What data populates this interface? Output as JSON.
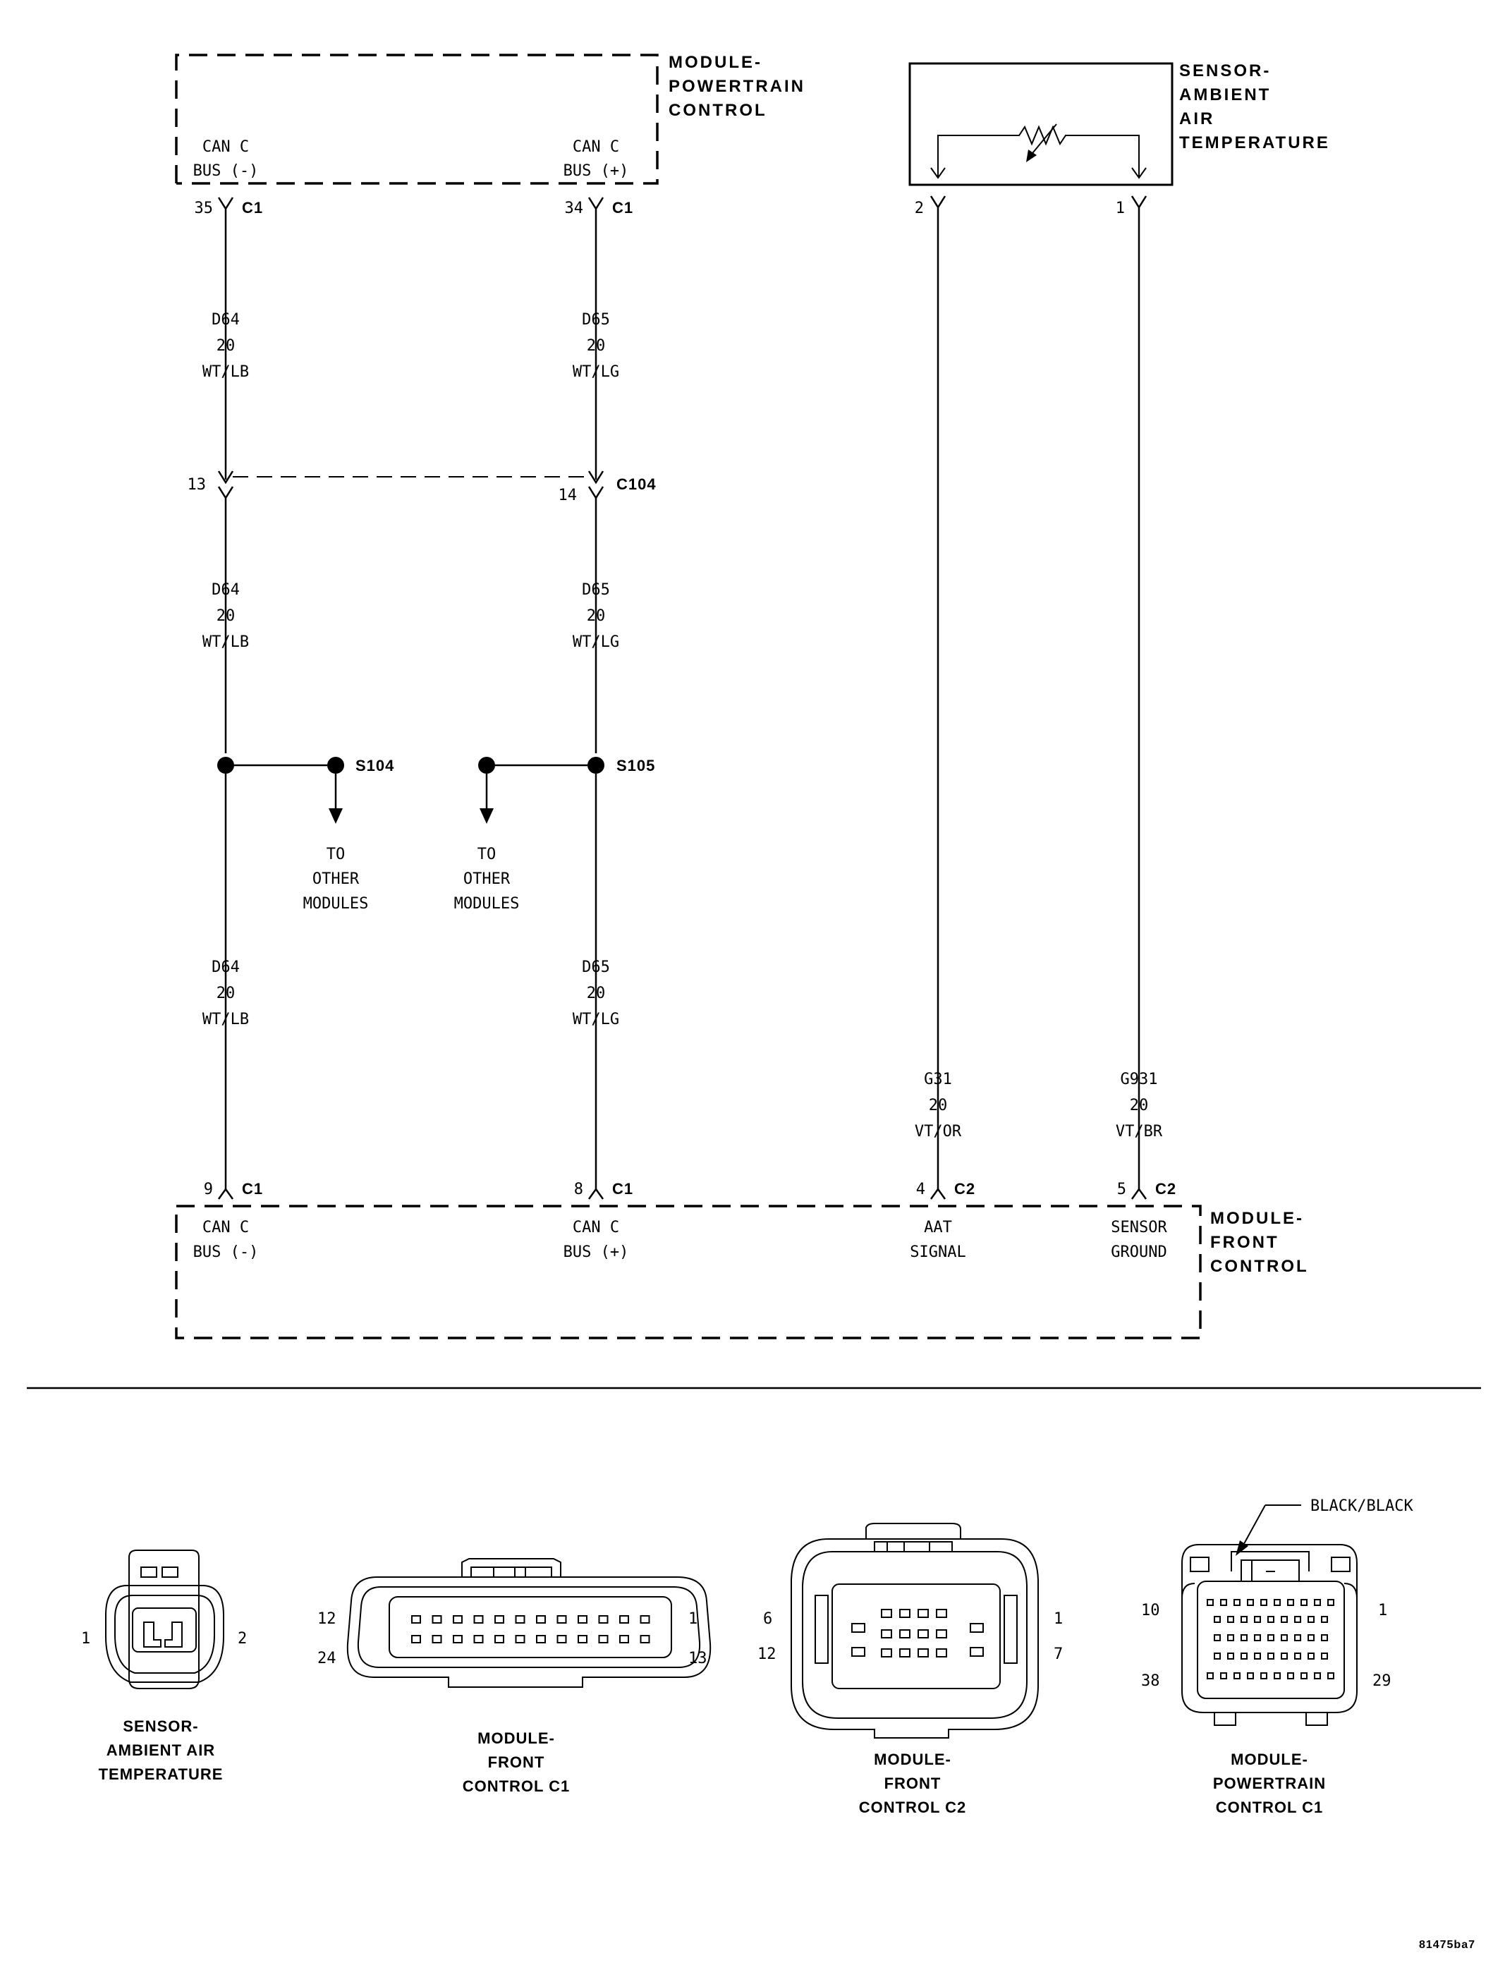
{
  "modules": {
    "pcm": {
      "title": [
        "MODULE-",
        "POWERTRAIN",
        "CONTROL"
      ]
    },
    "fcm": {
      "title": [
        "MODULE-",
        "FRONT",
        "CONTROL"
      ]
    },
    "aat_sensor": {
      "title": [
        "SENSOR-",
        "AMBIENT",
        "AIR",
        "TEMPERATURE"
      ]
    }
  },
  "pcm_pins": [
    {
      "line1": "CAN C",
      "line2": "BUS (-)",
      "cavity": "35",
      "connector": "C1"
    },
    {
      "line1": "CAN C",
      "line2": "BUS (+)",
      "cavity": "34",
      "connector": "C1"
    }
  ],
  "sensor_pins": [
    {
      "cavity": "2"
    },
    {
      "cavity": "1"
    }
  ],
  "wires": {
    "d64": {
      "circuit": "D64",
      "gauge": "20",
      "color": "WT/LB"
    },
    "d65": {
      "circuit": "D65",
      "gauge": "20",
      "color": "WT/LG"
    },
    "g31": {
      "circuit": "G31",
      "gauge": "20",
      "color": "VT/OR"
    },
    "g931": {
      "circuit": "G931",
      "gauge": "20",
      "color": "VT/BR"
    }
  },
  "inline_connector": {
    "name": "C104",
    "left_cavity": "13",
    "right_cavity": "14"
  },
  "splices": [
    {
      "name": "S104",
      "branch": [
        "TO",
        "OTHER",
        "MODULES"
      ]
    },
    {
      "name": "S105",
      "branch": [
        "TO",
        "OTHER",
        "MODULES"
      ]
    }
  ],
  "fcm_pins": [
    {
      "line1": "CAN C",
      "line2": "BUS (-)",
      "cavity": "9",
      "connector": "C1"
    },
    {
      "line1": "CAN C",
      "line2": "BUS (+)",
      "cavity": "8",
      "connector": "C1"
    },
    {
      "line1": "AAT",
      "line2": "SIGNAL",
      "cavity": "4",
      "connector": "C2"
    },
    {
      "line1": "SENSOR",
      "line2": "GROUND",
      "cavity": "5",
      "connector": "C2"
    }
  ],
  "connector_views": [
    {
      "title": [
        "SENSOR-",
        "AMBIENT AIR",
        "TEMPERATURE"
      ],
      "pins": [
        "1",
        "2"
      ]
    },
    {
      "title": [
        "MODULE-",
        "FRONT",
        "CONTROL C1"
      ],
      "pins": [
        "12",
        "24",
        "1",
        "13"
      ]
    },
    {
      "title": [
        "MODULE-",
        "FRONT",
        "CONTROL C2"
      ],
      "pins": [
        "6",
        "12",
        "1",
        "7"
      ]
    },
    {
      "title": [
        "MODULE-",
        "POWERTRAIN",
        "CONTROL C1"
      ],
      "pins": [
        "10",
        "38",
        "1",
        "29"
      ],
      "callout": "BLACK/BLACK"
    }
  ],
  "figure_id": "81475ba7"
}
